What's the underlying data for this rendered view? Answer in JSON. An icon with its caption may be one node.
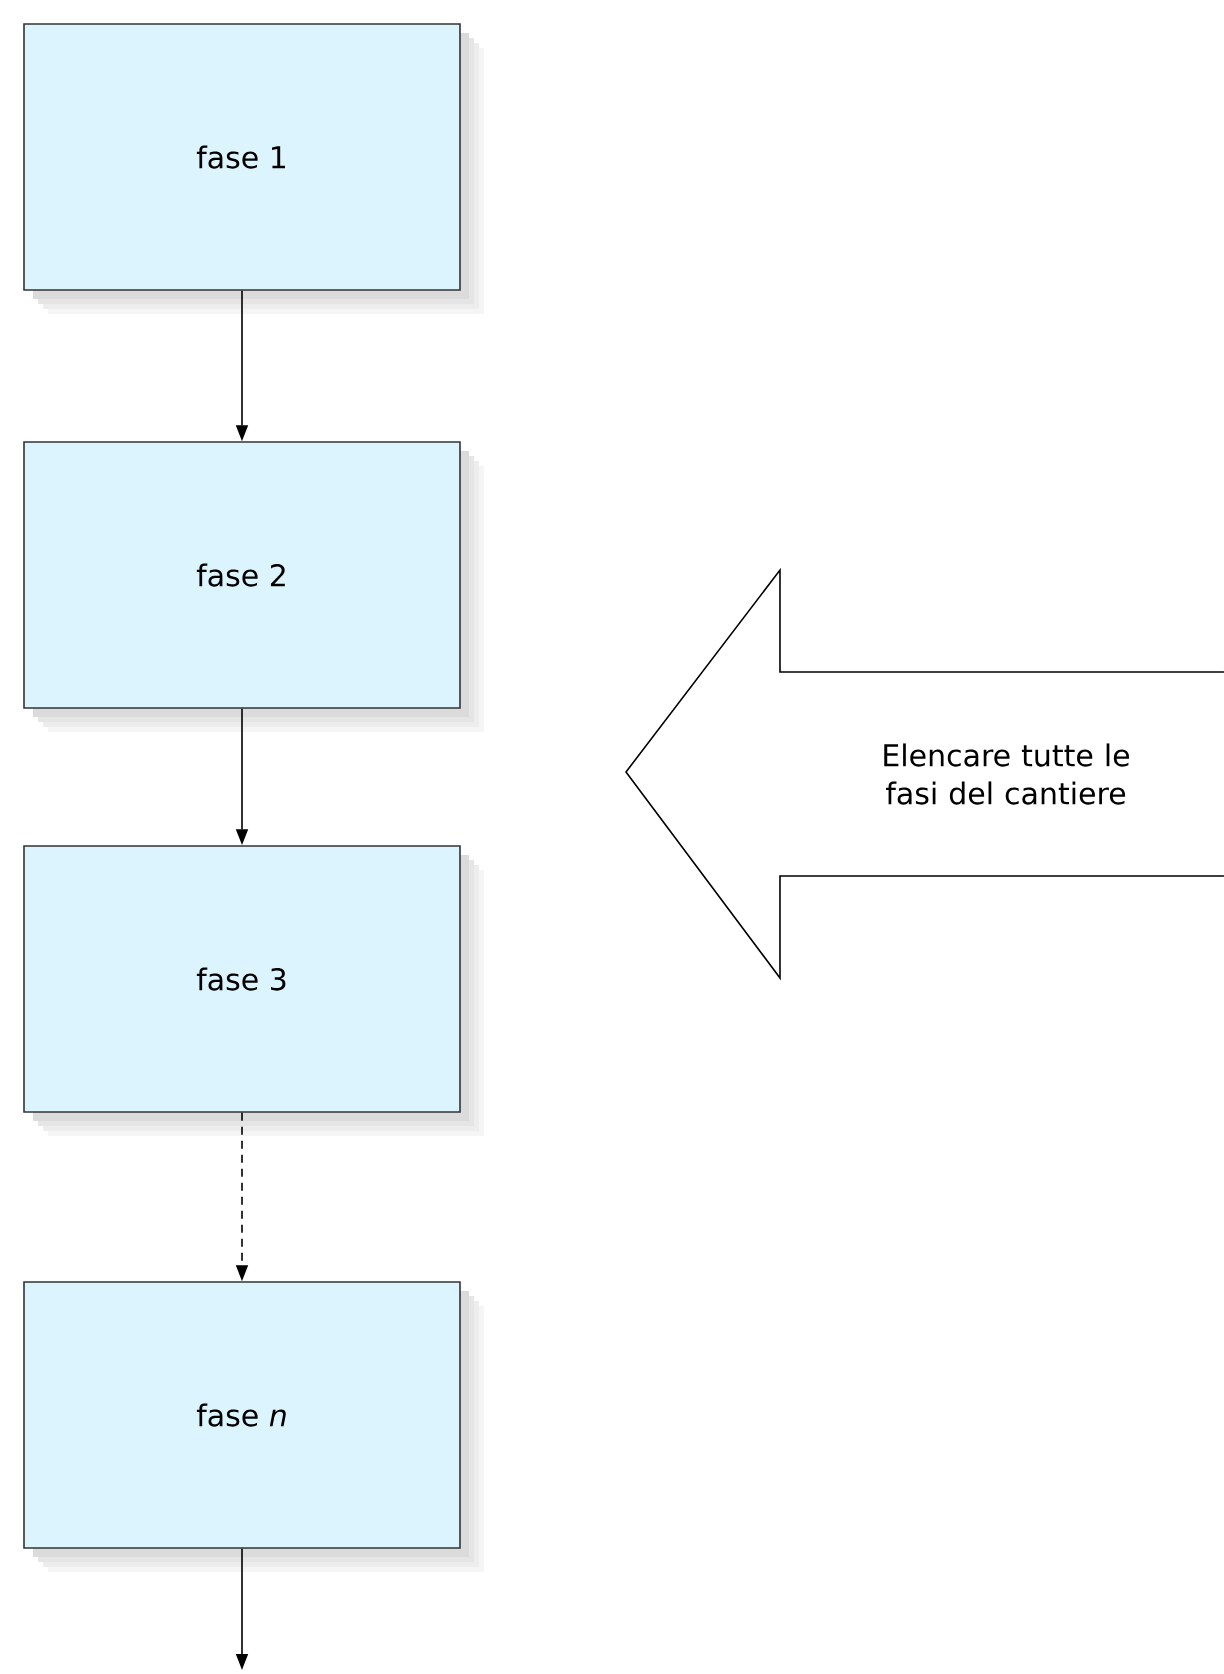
{
  "diagram": {
    "nodes": [
      {
        "text": [
          "fase 1"
        ]
      },
      {
        "text": [
          "fase 2"
        ]
      },
      {
        "text": [
          "fase 3"
        ]
      },
      {
        "text": [
          "fase *n*"
        ]
      },
      {
        "text": [
          "Elencare tutte le fasi del cantiere"
        ]
      }
    ],
    "edges": [
      {
        "from": 0,
        "to": 1,
        "arrow": "to"
      },
      {
        "from": 1,
        "to": 2,
        "arrow": "to"
      },
      {
        "from": 2,
        "to": 3,
        "arrow": "to",
        "style": "dashed"
      },
      {
        "from": 3,
        "to": null,
        "arrow": "to"
      }
    ]
  }
}
